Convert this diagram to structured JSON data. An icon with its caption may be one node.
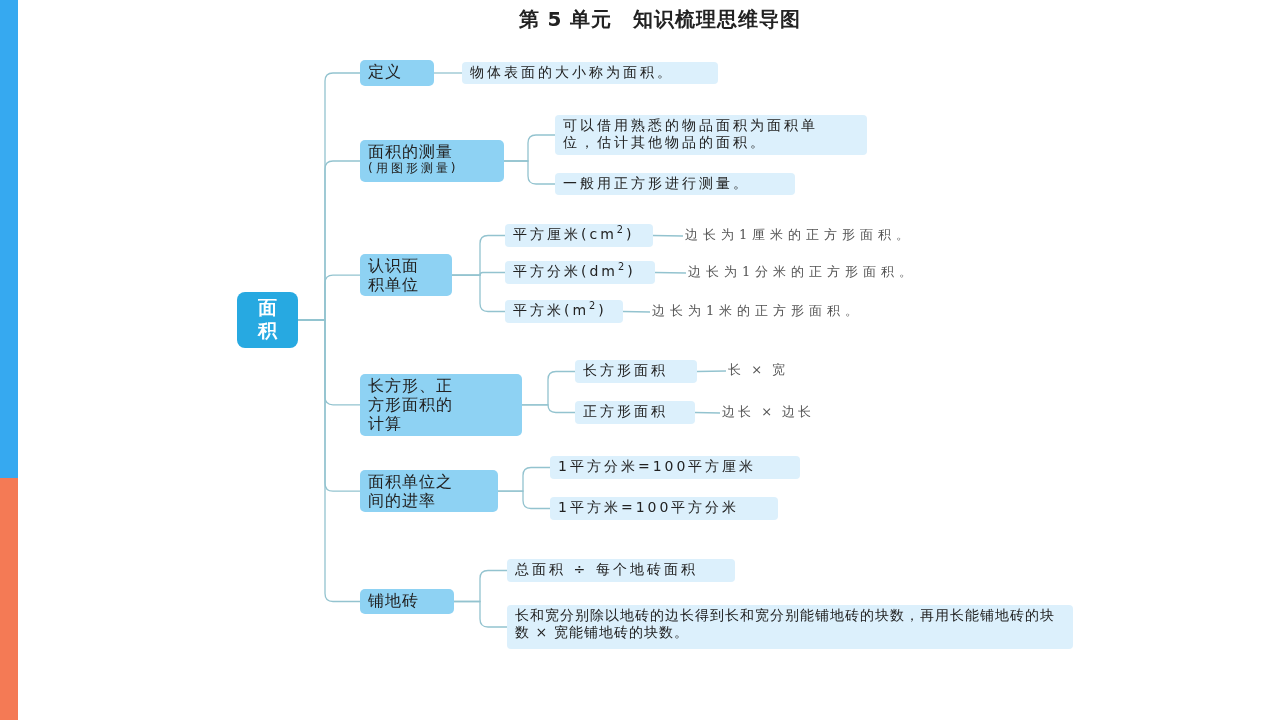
{
  "diagram": {
    "title": "第 5 单元　知识梳理思维导图",
    "nodes": [
      {
        "text": [
          "面积"
        ]
      },
      {
        "text": [
          "定义"
        ]
      },
      {
        "text": [
          "物体表面的大小称为面积。"
        ]
      },
      {
        "text": [
          "面积的测量",
          "(用图形测量)"
        ]
      },
      {
        "text": [
          "可以借用熟悉的物品面积为面积单位，估计其他物品的面积。"
        ]
      },
      {
        "text": [
          "一般用正方形进行测量。"
        ]
      },
      {
        "text": [
          "认识面积单位"
        ]
      },
      {
        "text": [
          "平方厘米(cm$^{2}$)"
        ]
      },
      {
        "text": [
          "边长为1厘米的正方形面积。"
        ]
      },
      {
        "text": [
          "平方分米(dm$^{2}$)"
        ]
      },
      {
        "text": [
          "边长为1分米的正方形面积。"
        ]
      },
      {
        "text": [
          "平方米(m$^{2}$)"
        ]
      },
      {
        "text": [
          "边长为1米的正方形面积。"
        ]
      },
      {
        "text": [
          "长方形、正方形面积的计算"
        ]
      },
      {
        "text": [
          "长方形面积"
        ]
      },
      {
        "text": [
          "长 × 宽"
        ]
      },
      {
        "text": [
          "正方形面积"
        ]
      },
      {
        "text": [
          "边长 × 边长"
        ]
      },
      {
        "text": [
          "面积单位之间的进率"
        ]
      },
      {
        "text": [
          "1平方分米=100平方厘米"
        ]
      },
      {
        "text": [
          "1平方米=100平方分米"
        ]
      },
      {
        "text": [
          "铺地砖"
        ]
      },
      {
        "text": [
          "总面积 ÷ 每个地砖面积"
        ]
      },
      {
        "text": [
          "长和宽分别除以地砖的边长得到长和宽分别能铺地砖的块数，再用长能铺地砖的块数 × 宽能铺地砖的块数。"
        ]
      }
    ],
    "edges": [
      {
        "from": 0,
        "to": 1,
        "arrow": "none"
      },
      {
        "from": 1,
        "to": 2,
        "arrow": "none"
      },
      {
        "from": 0,
        "to": 3,
        "arrow": "none"
      },
      {
        "from": 3,
        "to": 4,
        "arrow": "none"
      },
      {
        "from": 3,
        "to": 5,
        "arrow": "none"
      },
      {
        "from": 0,
        "to": 6,
        "arrow": "none"
      },
      {
        "from": 6,
        "to": 7,
        "arrow": "none"
      },
      {
        "from": 7,
        "to": 8,
        "arrow": "none"
      },
      {
        "from": 6,
        "to": 9,
        "arrow": "none"
      },
      {
        "from": 9,
        "to": 10,
        "arrow": "none"
      },
      {
        "from": 6,
        "to": 11,
        "arrow": "none"
      },
      {
        "from": 11,
        "to": 12,
        "arrow": "none"
      },
      {
        "from": 0,
        "to": 13,
        "arrow": "none"
      },
      {
        "from": 13,
        "to": 14,
        "arrow": "none"
      },
      {
        "from": 14,
        "to": 15,
        "arrow": "none"
      },
      {
        "from": 13,
        "to": 16,
        "arrow": "none"
      },
      {
        "from": 16,
        "to": 17,
        "arrow": "none"
      },
      {
        "from": 0,
        "to": 18,
        "arrow": "none"
      },
      {
        "from": 18,
        "to": 19,
        "arrow": "none"
      },
      {
        "from": 18,
        "to": 20,
        "arrow": "none"
      },
      {
        "from": 0,
        "to": 21,
        "arrow": "none"
      },
      {
        "from": 21,
        "to": 22,
        "arrow": "none"
      },
      {
        "from": 21,
        "to": 23,
        "arrow": "none"
      }
    ]
  }
}
